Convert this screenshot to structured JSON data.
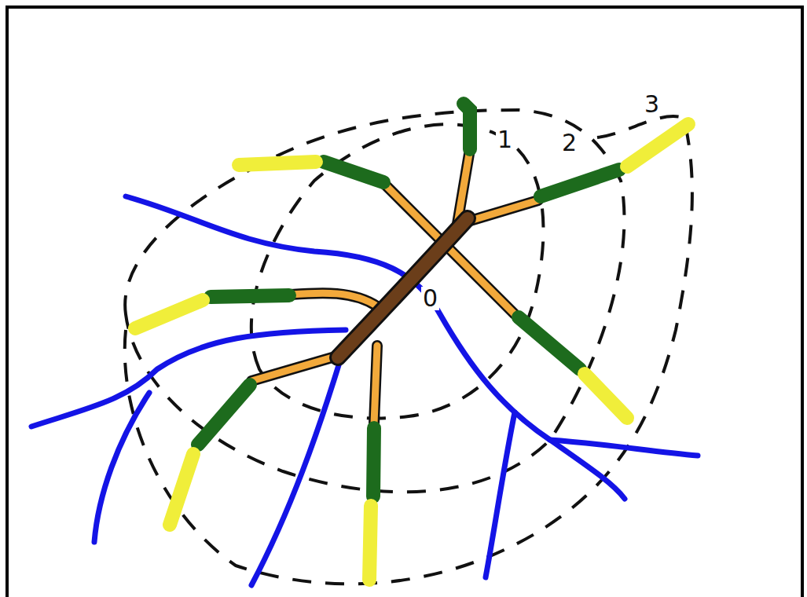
{
  "diagram": {
    "labels": [
      "3",
      "1",
      "2",
      "0"
    ]
  }
}
